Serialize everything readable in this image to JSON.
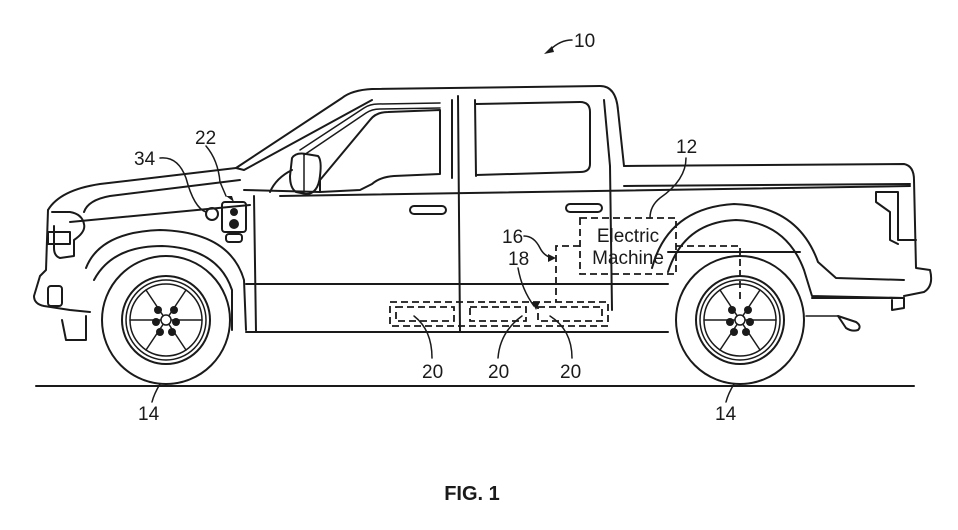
{
  "figure": {
    "caption": "FIG. 1",
    "subject": "pickup-truck-side-view"
  },
  "components": {
    "electric_machine": {
      "line1": "Electric",
      "line2": "Machine"
    }
  },
  "reference_numerals": {
    "vehicle": "10",
    "electric_machine": "12",
    "wheel_front": "14",
    "wheel_rear": "14",
    "battery_pack_leader": "16",
    "battery_pack": "18",
    "cell_a": "20",
    "cell_b": "20",
    "cell_c": "20",
    "charge_port": "22",
    "charge_door_sensor": "34"
  },
  "colors": {
    "ink": "#1a1a1a",
    "paper": "#ffffff"
  }
}
